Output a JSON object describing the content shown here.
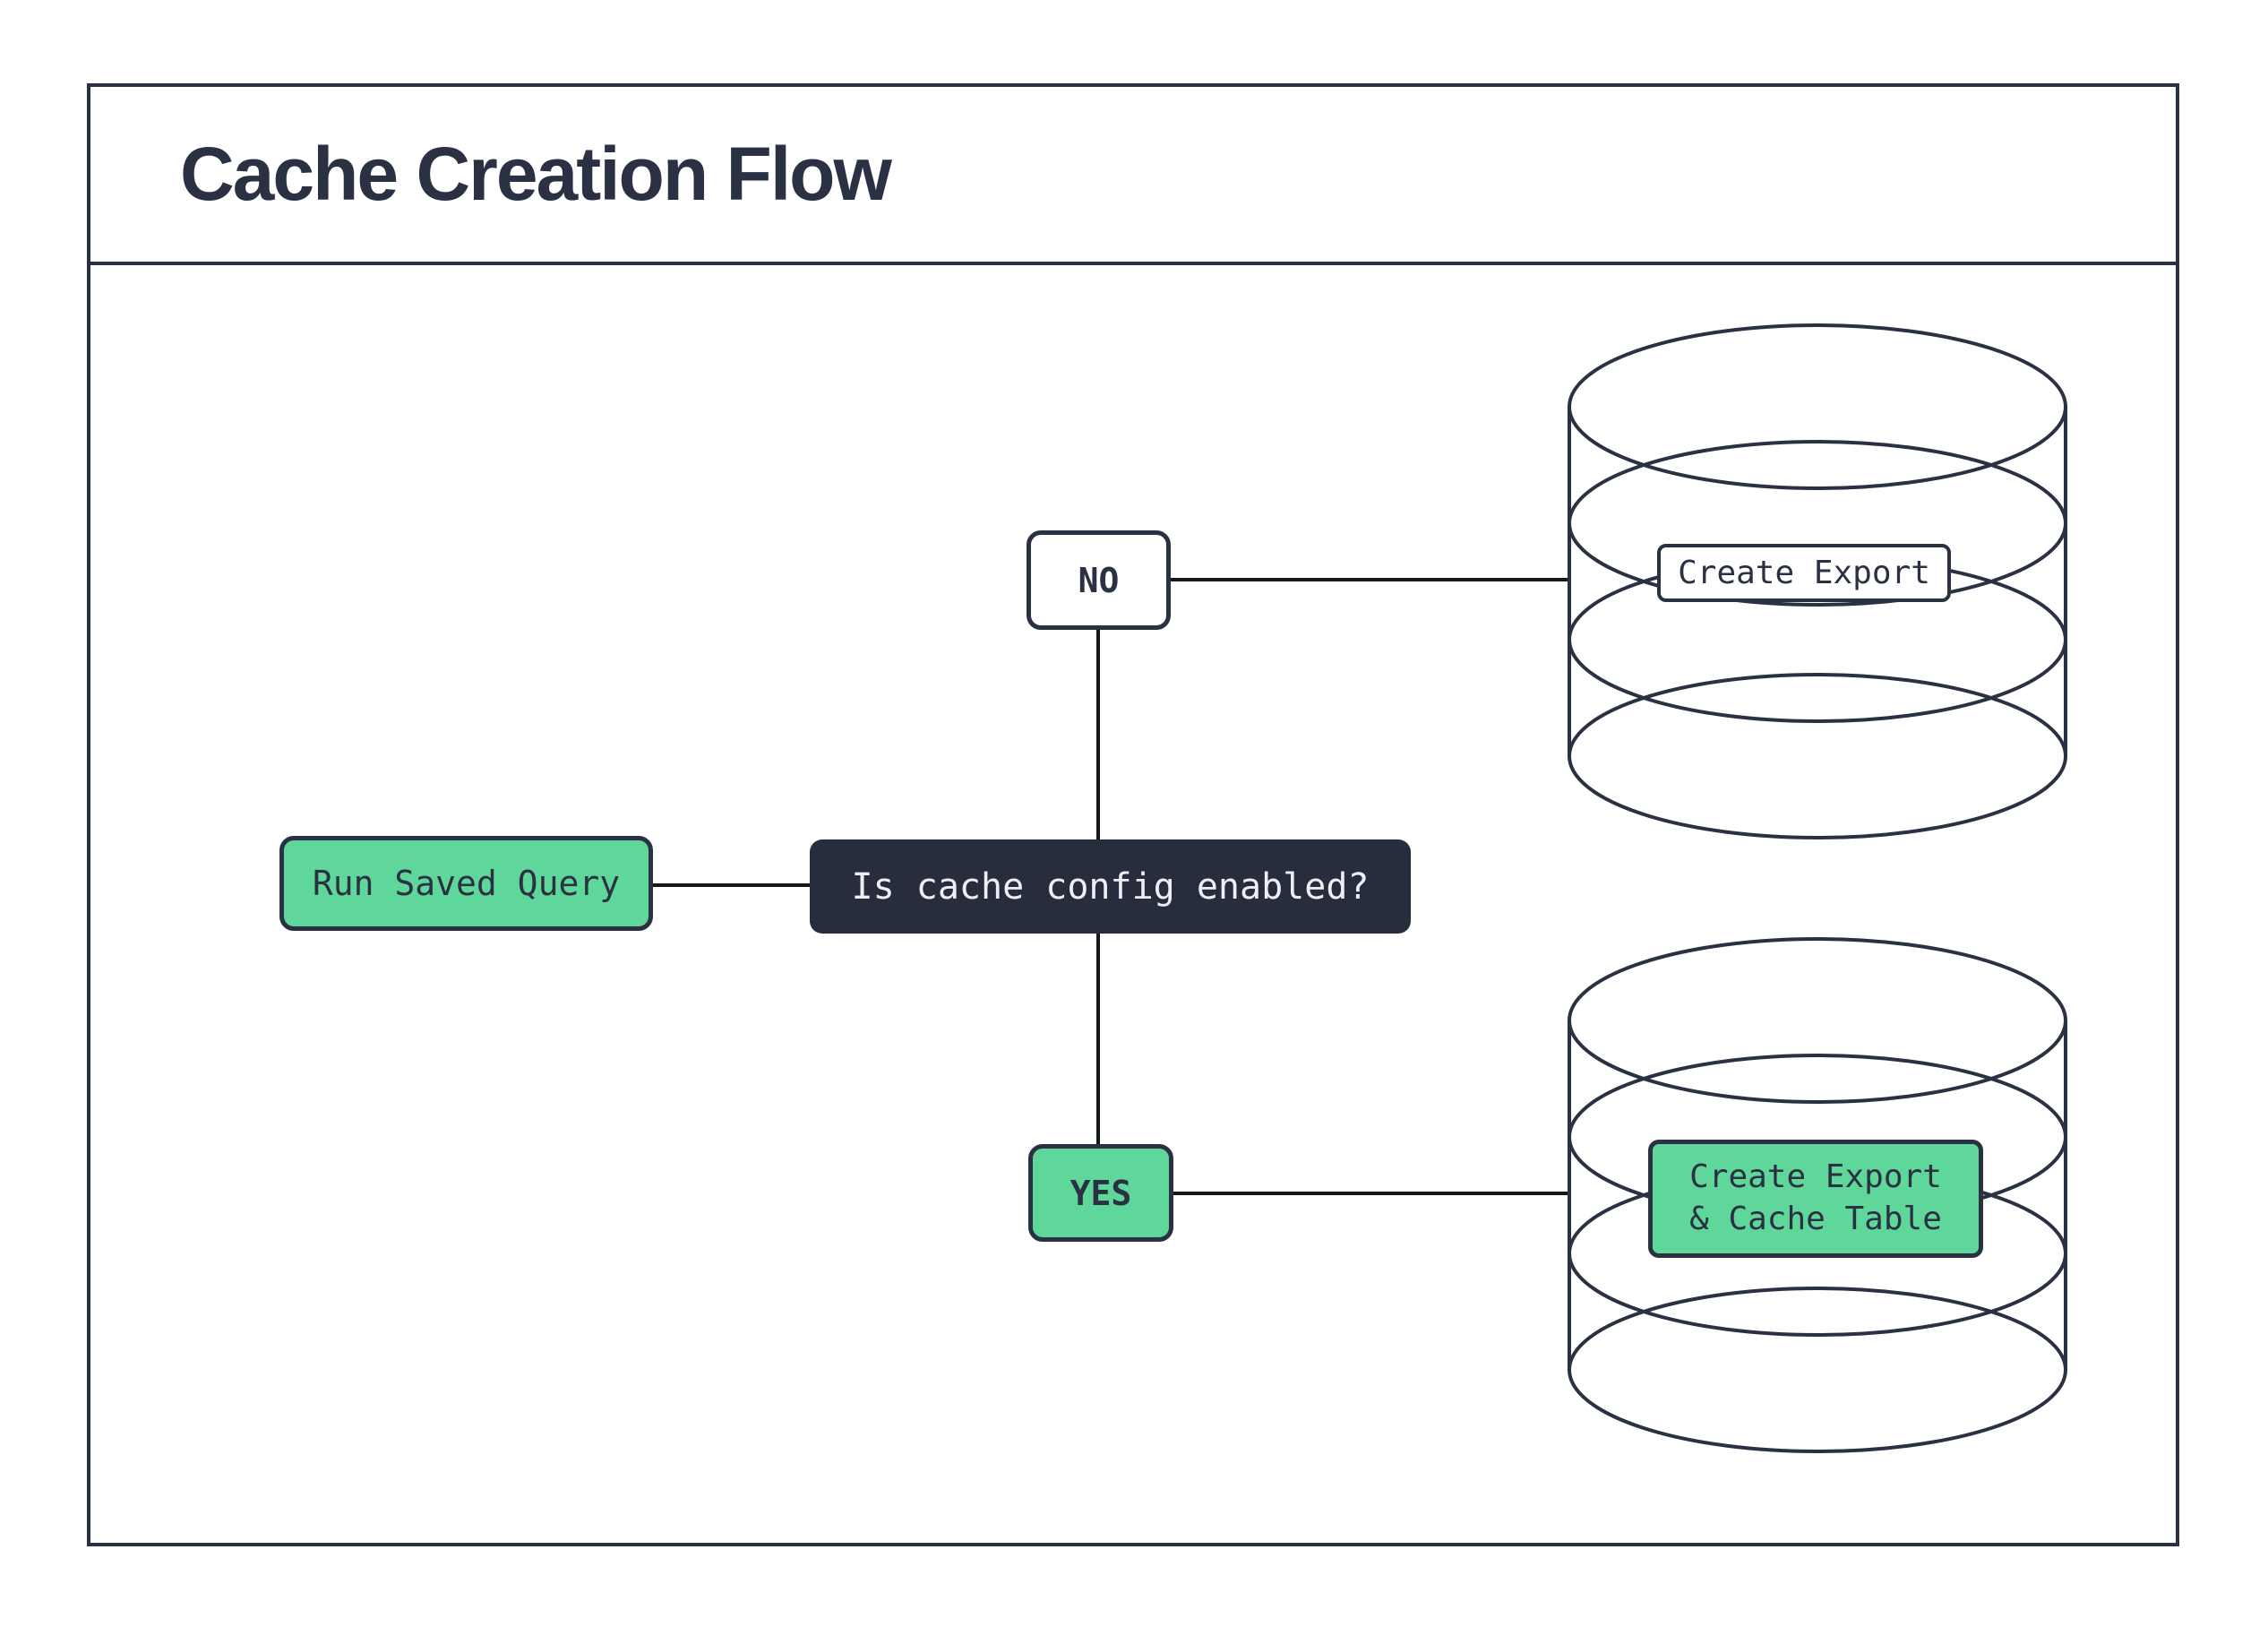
{
  "title": "Cache Creation Flow",
  "nodes": {
    "run_saved_query": "Run Saved Query",
    "decision": "Is cache config enabled?",
    "branch_no": "NO",
    "branch_yes": "YES",
    "db_export_label": "Create Export",
    "db_export_cache_label_line1": "Create Export",
    "db_export_cache_label_line2": "& Cache Table"
  },
  "colors": {
    "background": "#FFFFFF",
    "navy": "#2A3142",
    "navy_fill": "#272D3C",
    "accent_green": "#5FD79A",
    "line": "#16181F",
    "light_text": "#EDEFF4"
  }
}
